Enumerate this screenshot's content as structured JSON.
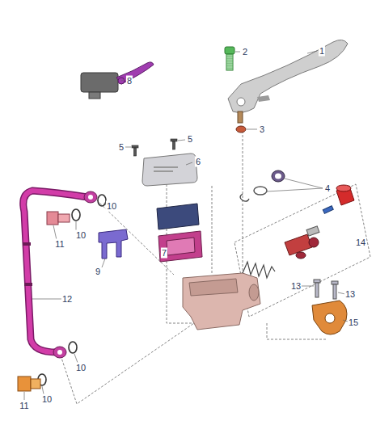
{
  "diagram": {
    "labels": [
      "8",
      "2",
      "1",
      "3",
      "5",
      "5",
      "6",
      "4",
      "14",
      "10",
      "10",
      "11",
      "9",
      "7",
      "12",
      "13",
      "13",
      "15",
      "10",
      "10",
      "11"
    ]
  }
}
